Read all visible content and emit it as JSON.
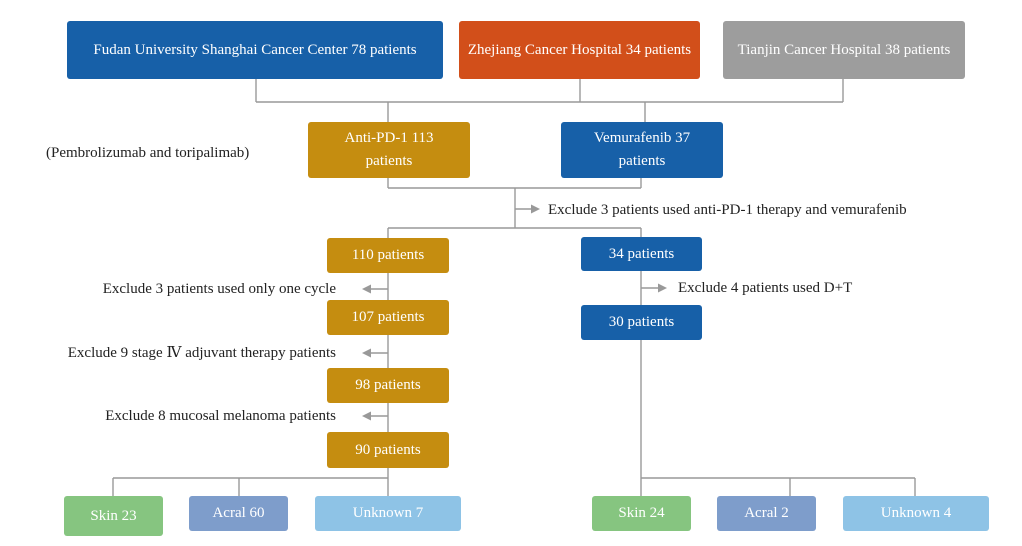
{
  "colors": {
    "blue": "#1760A8",
    "orange": "#D24F1A",
    "gray": "#9D9D9D",
    "gold": "#C58D10",
    "green": "#86C580",
    "steel": "#7E9DCB",
    "light_blue": "#8EC3E6",
    "connector": "#999999"
  },
  "sources": {
    "fudan": "Fudan University Shanghai Cancer Center 78 patients",
    "zhejiang": "Zhejiang Cancer Hospital 34 patients",
    "tianjin": "Tianjin Cancer Hospital 38 patients"
  },
  "treatments": {
    "anti_pd1": "Anti-PD-1 113 patients",
    "anti_pd1_note": "(Pembrolizumab and toripalimab)",
    "vemurafenib": "Vemurafenib 37 patients"
  },
  "exclusion_both": "Exclude 3 patients used anti-PD-1 therapy and vemurafenib",
  "left_branch": {
    "step1": "110 patients",
    "excl1": "Exclude 3 patients used only one cycle",
    "step2": "107 patients",
    "excl2": "Exclude 9 stage Ⅳ adjuvant therapy patients",
    "step3": "98 patients",
    "excl3": "Exclude 8 mucosal melanoma patients",
    "step4": "90 patients",
    "subtypes": {
      "skin": "Skin 23",
      "acral": "Acral 60",
      "unknown": "Unknown 7"
    }
  },
  "right_branch": {
    "step1": "34 patients",
    "excl1": "Exclude 4 patients used D+T",
    "step2": "30 patients",
    "subtypes": {
      "skin": "Skin 24",
      "acral": "Acral 2",
      "unknown": "Unknown 4"
    }
  }
}
